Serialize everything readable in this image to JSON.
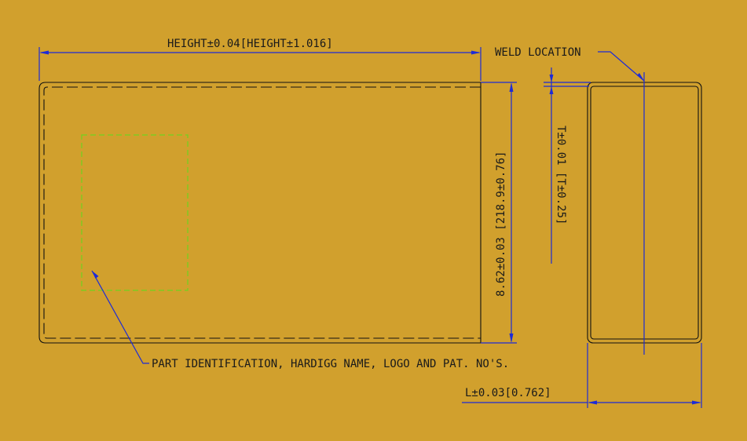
{
  "colors": {
    "background": "#D1A02D",
    "dimension": "#1D2BD6",
    "outline": "#111111",
    "id_area": "#6FD21F"
  },
  "labels": {
    "height_dim": "HEIGHT±0.04[HEIGHT±1.016]",
    "weld_location": "WELD LOCATION",
    "width_dim": "8.62±0.03 [218.9±0.76]",
    "thickness_dim": "T±0.01 [T±0.25]",
    "part_identification": "PART IDENTIFICATION, HARDIGG NAME, LOGO AND PAT. NO'S.",
    "length_dim": "L±0.03[0.762]"
  }
}
